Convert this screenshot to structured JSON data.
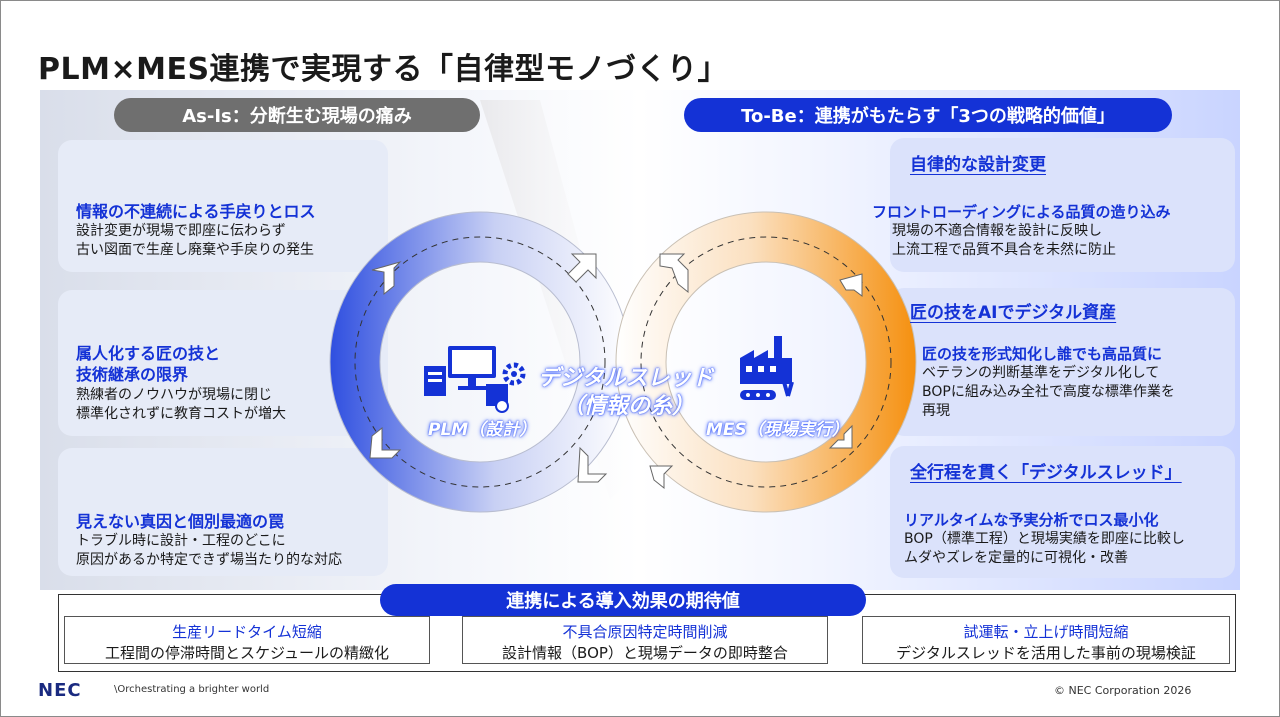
{
  "title": "PLM×MES連携で実現する「自律型モノづくり」",
  "as_is": {
    "label": "As-Is：分断生む現場の痛み",
    "items": [
      {
        "heading": "情報の不連続による手戻りとロス",
        "lines": [
          "設計変更が現場で即座に伝わらず",
          "古い図面で生産し廃棄や手戻りの発生"
        ]
      },
      {
        "heading_lines": [
          "属人化する匠の技と",
          "技術継承の限界"
        ],
        "lines": [
          "熟練者のノウハウが現場に閉じ",
          "標準化されずに教育コストが増大"
        ]
      },
      {
        "heading": "見えない真因と個別最適の罠",
        "lines": [
          "トラブル時に設計・工程のどこに",
          "原因があるか特定できず場当たり的な対応"
        ]
      }
    ]
  },
  "to_be": {
    "label": "To-Be：連携がもたらす「3つの戦略的価値」",
    "items": [
      {
        "title": "自律的な設計変更",
        "subheading": "フロントローディングによる品質の造り込み",
        "lines": [
          "現場の不適合情報を設計に反映し",
          "上流工程で品質不具合を未然に防止"
        ]
      },
      {
        "title": "匠の技をAIでデジタル資産",
        "subheading": "匠の技を形式知化し誰でも高品質に",
        "lines": [
          "ベテランの判断基準をデジタル化して",
          "BOPに組み込み全社で高度な標準作業を",
          "再現"
        ]
      },
      {
        "title": "全行程を貫く「デジタルスレッド」",
        "subheading": "リアルタイムな予実分析でロス最小化",
        "lines": [
          "BOP（標準工程）と現場実績を即座に比較し",
          "ムダやズレを定量的に可視化・改善"
        ]
      }
    ]
  },
  "diagram": {
    "center_label_1": "デジタルスレッド",
    "center_label_2": "（情報の糸）",
    "plm_label": "PLM（設計）",
    "mes_label": "MES（現場実行）",
    "plm_icon": "computer-gear-icon",
    "mes_icon": "factory-icon",
    "colors": {
      "plm": "#2f4fe0",
      "mes": "#f5900f",
      "accent": "#1432d6"
    }
  },
  "effects": {
    "label": "連携による導入効果の期待値",
    "items": [
      {
        "heading": "生産リードタイム短縮",
        "body": "工程間の停滞時間とスケジュールの精緻化"
      },
      {
        "heading": "不具合原因特定時間削減",
        "body": "設計情報（BOP）と現場データの即時整合"
      },
      {
        "heading": "試運転・立上げ時間短縮",
        "body": "デジタルスレッドを活用した事前の現場検証"
      }
    ]
  },
  "footer": {
    "logo": "NEC",
    "tagline": "\\Orchestrating a brighter world",
    "copyright": "© NEC Corporation 2026"
  }
}
